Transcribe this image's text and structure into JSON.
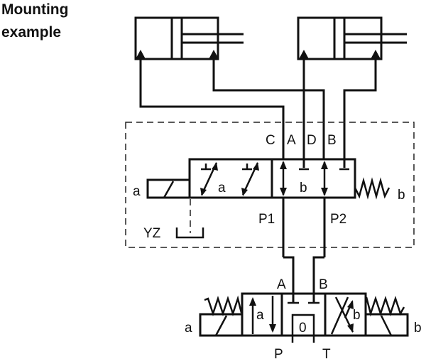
{
  "title": {
    "line1": "Mounting",
    "line2": "example"
  },
  "pilot_valve": {
    "ports_top": [
      "C",
      "A",
      "D",
      "B"
    ],
    "ports_bottom": [
      "P1",
      "P2"
    ],
    "position_a_label": "a",
    "position_b_label": "b",
    "solenoid_label": "a",
    "spring_label": "b",
    "drain_label": "YZ"
  },
  "main_valve": {
    "ports_top": [
      "A",
      "B"
    ],
    "ports_bottom": [
      "P",
      "T"
    ],
    "position_a_label": "a",
    "center_label": "0",
    "position_b_label": "b",
    "solenoid_left_label": "a",
    "solenoid_right_label": "b"
  },
  "colors": {
    "line": "#111111",
    "background": "#ffffff"
  }
}
